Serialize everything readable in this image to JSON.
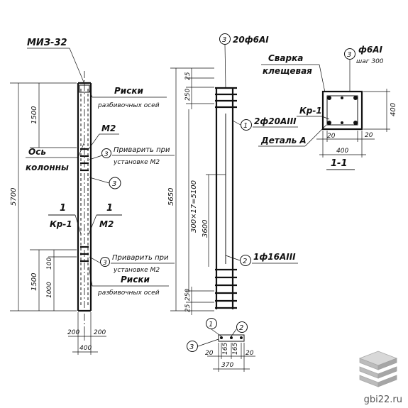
{
  "left": {
    "mark": "МИЗ-32",
    "top_note": [
      "Риски",
      "разбивочных осей"
    ],
    "dim_1500_top": "1500",
    "m2_top": "М2",
    "axis_label": [
      "Ось",
      "колонны"
    ],
    "weld_top": [
      "3",
      "Приварить при",
      "установке М2"
    ],
    "callout_3": "3",
    "dim_5700": "5700",
    "frac_left": {
      "num": "1",
      "den": "Кр-1"
    },
    "frac_right": {
      "num": "1",
      "den": "М2"
    },
    "weld_bottom": [
      "3",
      "Приварить при",
      "установке М2"
    ],
    "dim_1500_bottom": "1500",
    "dim_100": "100",
    "dim_1000": "1000",
    "bottom_note": [
      "Риски",
      "разбивочных осей"
    ],
    "dim_200_left": "200",
    "dim_200_right": "200",
    "dim_400": "400"
  },
  "middle": {
    "top_callout": {
      "num": "3",
      "text": "20ф6АI"
    },
    "dim_25_top": "25",
    "dim_250_top": "250",
    "callout_1": {
      "num": "1",
      "text": "2ф20АIII"
    },
    "dim_5650": "5650",
    "dim_3600": "3600",
    "dim_300x17": "300×17=5100",
    "callout_2": {
      "num": "2",
      "text": "1ф16АIII"
    },
    "dim_250_bottom": "250",
    "dim_25_bottom": "25"
  },
  "right": {
    "welding": [
      "Сварка",
      "клещевая"
    ],
    "callout_3": {
      "num": "3",
      "text1": "ф6АI",
      "text2": "шаг 300"
    },
    "kr1": "Кр-1",
    "detail": "Деталь А",
    "dim_400_side": "400",
    "dim_20_left": "20",
    "dim_20_right": "20",
    "dim_400_bottom": "400",
    "section": "1-1"
  },
  "bottom": {
    "callout_1": "1",
    "callout_2": "2",
    "callout_3": "3",
    "dim_20_left": "20",
    "dim_165_a": "165",
    "dim_165_b": "165",
    "dim_20_right": "20",
    "dim_370": "370"
  },
  "watermark": "gbi22.ru",
  "colors": {
    "ink": "#111111",
    "paper": "#ffffff",
    "logo": "#b8b8b8"
  }
}
